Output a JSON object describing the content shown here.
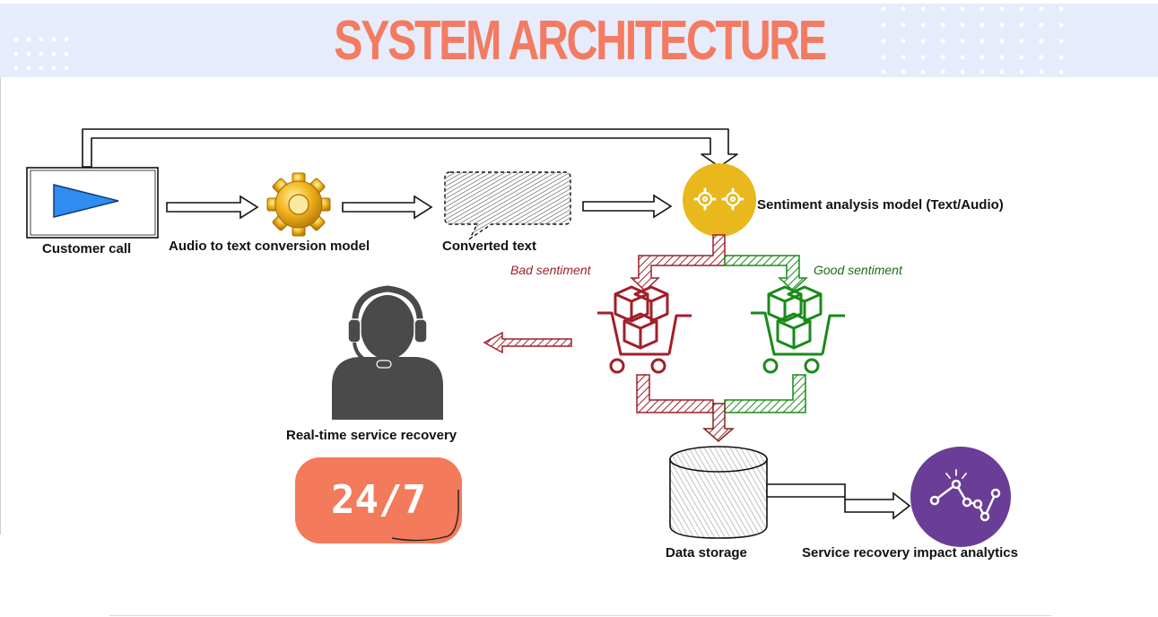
{
  "title": "SYSTEM ARCHITECTURE",
  "nodes": {
    "customer_call": "Customer call",
    "audio_to_text": "Audio to text conversion model",
    "converted_text": "Converted text",
    "sentiment_model": "Sentiment analysis model (Text/Audio)",
    "realtime_recovery": "Real-time service recovery",
    "data_storage": "Data storage",
    "impact_analytics": "Service recovery impact analytics"
  },
  "branches": {
    "bad": "Bad sentiment",
    "good": "Good sentiment"
  },
  "badge": "24/7",
  "colors": {
    "title": "#f27b62",
    "bad": "#a01f2a",
    "good": "#1a8a1a",
    "gear": "#e8b81c",
    "analytics": "#6a3d96",
    "badge": "#f37a5a",
    "header_bg": "#e6ecfb",
    "play": "#2f8cf0"
  },
  "icons": [
    "play-icon",
    "gear-icon",
    "speech-bubble-icon",
    "gears-icon",
    "cart-icon",
    "agent-headset-icon",
    "database-icon",
    "analytics-icon"
  ]
}
